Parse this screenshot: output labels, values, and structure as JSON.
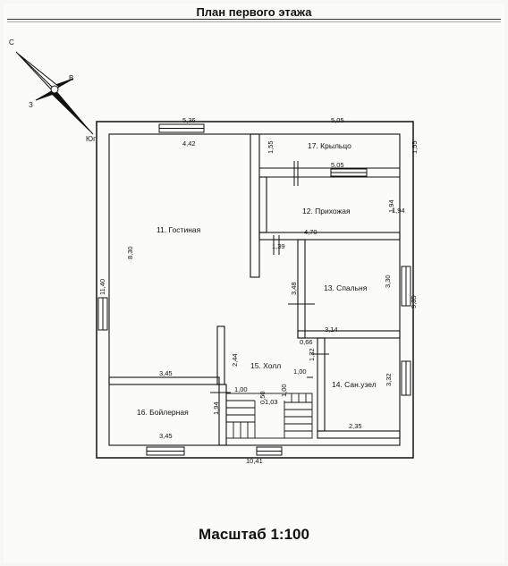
{
  "plan": {
    "title": "План первого этажа",
    "scale_label": "Масштаб 1:100"
  },
  "compass": {
    "north": "С",
    "south": "Юг",
    "east": "В",
    "west": "З"
  },
  "rooms": {
    "r11": "11. Гостиная",
    "r12": "12. Прихожая",
    "r13": "13. Спальня",
    "r14": "14. Сан.узел",
    "r15": "15. Холл",
    "r16": "16. Бойлерная",
    "r17": "17. Крыльцо"
  },
  "dims": {
    "d536": "5,36",
    "d442": "4,42",
    "d505a": "5,05",
    "d505b": "5,05",
    "d155a": "1,55",
    "d155b": "1,55",
    "d194a": "1,94",
    "d194b": "1,94",
    "d470": "4,70",
    "d139": "1,39",
    "d830": "8,30",
    "d1140": "11,40",
    "d348": "3,48",
    "d330": "3,30",
    "d985": "9,85",
    "d314": "3,14",
    "d066": "0,66",
    "d132": "1,32",
    "d100a": "1,00",
    "d100b": "1,00",
    "d100c": "1,00",
    "d050": "0,50",
    "d103": "1,03",
    "d244": "2,44",
    "d345a": "3,45",
    "d345b": "3,45",
    "d332": "3,32",
    "d235": "2,35",
    "d1041": "10,41"
  }
}
